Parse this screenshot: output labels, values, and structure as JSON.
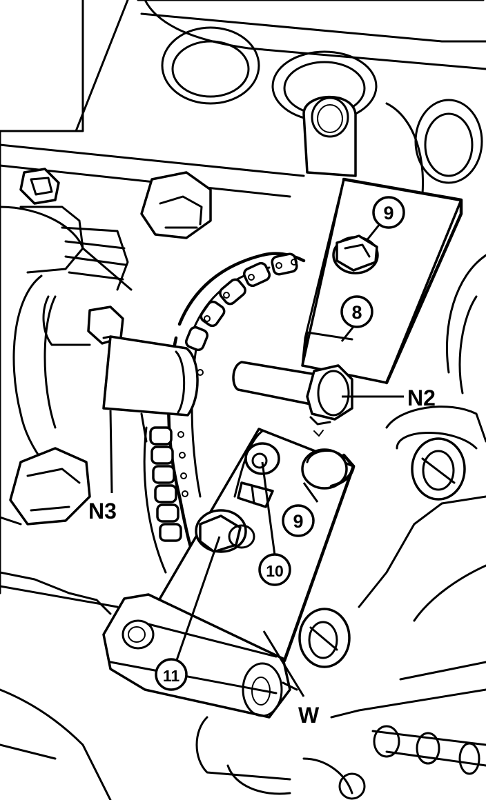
{
  "diagram": {
    "callouts": {
      "c9_top": "9",
      "c8": "8",
      "c9_bottom": "9",
      "c10": "10",
      "c11": "11"
    },
    "labels": {
      "n2": "N2",
      "n3": "N3",
      "w": "W"
    }
  }
}
